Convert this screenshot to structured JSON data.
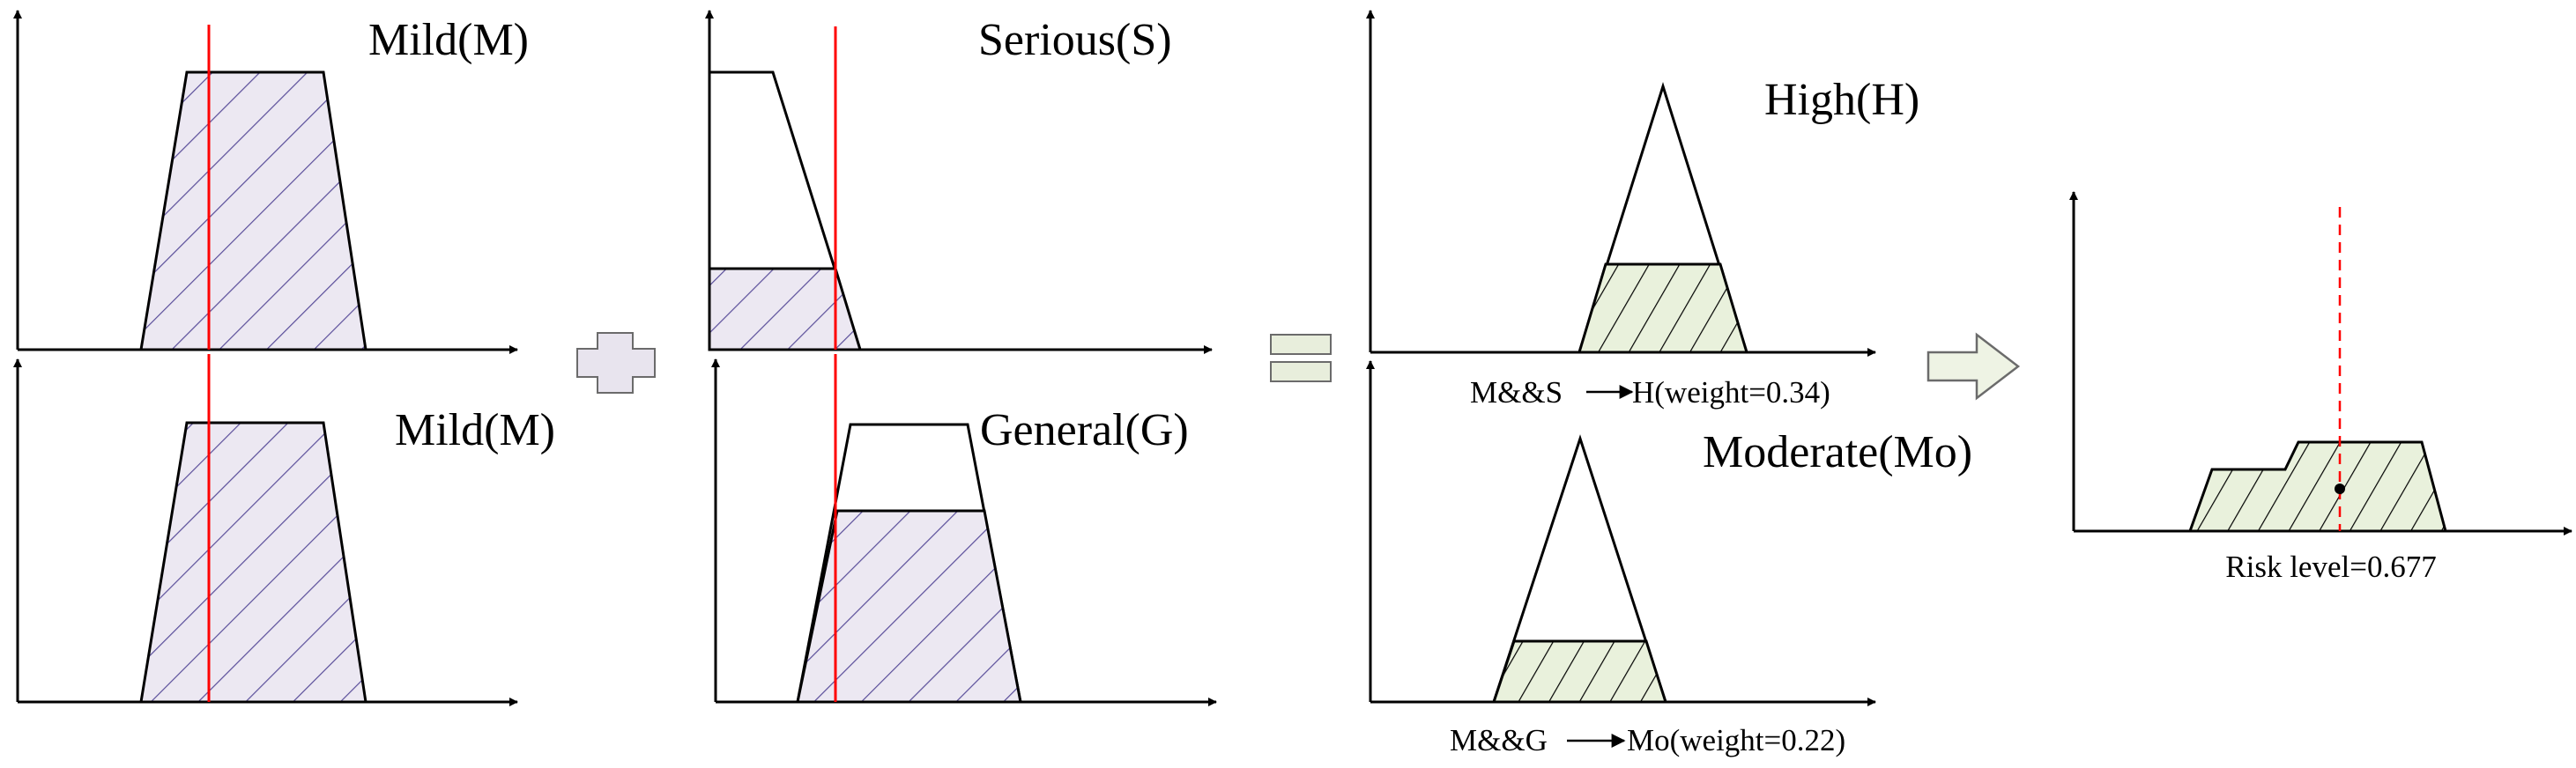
{
  "labels": {
    "mild_top": "Mild(M)",
    "mild_bottom": "Mild(M)",
    "serious": "Serious(S)",
    "general": "General(G)",
    "high": "High(H)",
    "moderate": "Moderate(Mo)",
    "rule_high": "M&&S",
    "rule_high_result": "H(weight=0.34)",
    "rule_moderate": "M&&G",
    "rule_moderate_result": "Mo(weight=0.22)",
    "risk_level": "Risk level=0.677"
  },
  "values": {
    "rule_high_weight": 0.34,
    "rule_moderate_weight": 0.22,
    "risk_level": 0.677
  },
  "colors": {
    "input_fill": "#ece8f2",
    "input_hatch": "#5a4e9a",
    "output_fill": "#e9f1dc",
    "output_hatch": "#000000",
    "crisp_line": "#ff0000",
    "axis": "#000000",
    "operator_fill": "#e8e4ee",
    "equals_fill": "#e8eedc",
    "arrow_fill": "#eef3e4"
  },
  "operators": [
    "plus-icon",
    "equals-icon",
    "implies-arrow-icon"
  ]
}
